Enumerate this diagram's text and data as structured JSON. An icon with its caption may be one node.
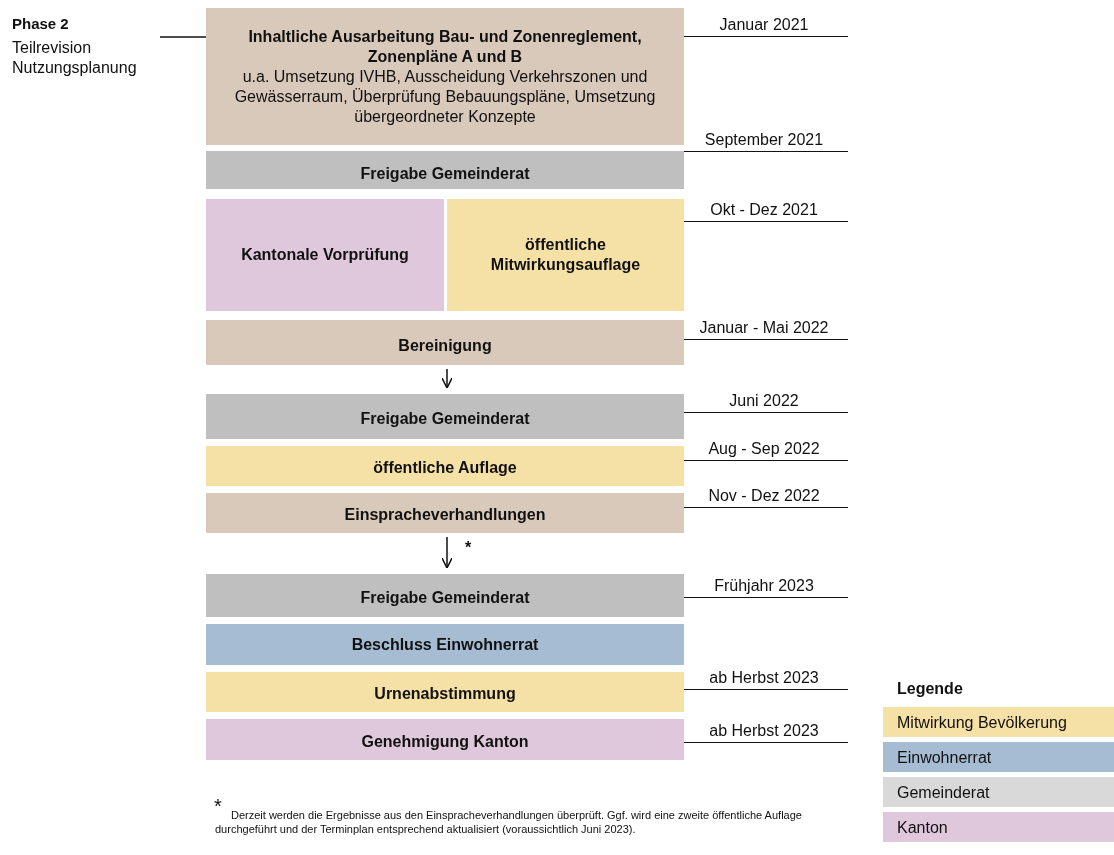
{
  "diagram": {
    "nodes": [
      {
        "text": [
          "Phase 2",
          "Teilrevision Nutzungsplanung"
        ]
      },
      {
        "text": [
          "Inhaltliche Ausarbeitung Bau- und Zonenreglement, Zonenpläne A und B",
          "u.a. Umsetzung IVHB, Ausscheidung Verkehrszonen und Gewässerraum, Überprüfung Bebauungspläne, Umsetzung übergeordneter Konzepte"
        ],
        "beside": [
          "Januar 2021"
        ]
      },
      {
        "text": [
          "Freigabe Gemeinderat"
        ],
        "beside": [
          "September 2021"
        ]
      },
      {
        "text": [
          "Kantonale Vorprüfung"
        ]
      },
      {
        "text": [
          "öffentliche Mitwirkungsauflage"
        ],
        "beside": [
          "Okt - Dez 2021"
        ]
      },
      {
        "text": [
          "Bereinigung"
        ],
        "beside": [
          "Januar - Mai 2022"
        ]
      },
      {
        "text": [
          "Freigabe Gemeinderat"
        ],
        "beside": [
          "Juni 2022"
        ]
      },
      {
        "text": [
          "öffentliche Auflage"
        ],
        "beside": [
          "Aug - Sep 2022"
        ]
      },
      {
        "text": [
          "Einspracheverhandlungen"
        ],
        "beside": [
          "Nov - Dez 2022"
        ]
      },
      {
        "text": [
          "Freigabe Gemeinderat"
        ],
        "beside": [
          "Frühjahr 2023"
        ]
      },
      {
        "text": [
          "Beschluss Einwohnerrat"
        ]
      },
      {
        "text": [
          "Urnenabstimmung"
        ],
        "beside": [
          "ab Herbst 2023"
        ]
      },
      {
        "text": [
          "Genehmigung Kanton"
        ],
        "beside": [
          "ab Herbst 2023"
        ]
      }
    ],
    "edges": [
      {
        "from": 0,
        "to": 1,
        "arrow": "none"
      },
      {
        "from": 5,
        "to": 6,
        "arrow": "to"
      },
      {
        "from": 8,
        "to": 9,
        "arrow": "to",
        "label": "*"
      }
    ],
    "labels": [
      "Legende",
      "*",
      "Derzeit werden die Ergebnisse aus den Einspracheverhandlungen überprüft. Ggf. wird eine zweite öffentliche Auflage durchgeführt und der Terminplan entsprechend aktualisiert (voraussichtlich Juni 2023)."
    ],
    "legend": [
      {
        "text": "Mitwirkung Bevölkerung",
        "color": "#f5e1a6"
      },
      {
        "text": "Einwohnerrat",
        "color": "#a6bcd3"
      },
      {
        "text": "Gemeinderat",
        "color": "#d9d9d9"
      },
      {
        "text": "Kanton",
        "color": "#e0c8dc"
      }
    ]
  }
}
